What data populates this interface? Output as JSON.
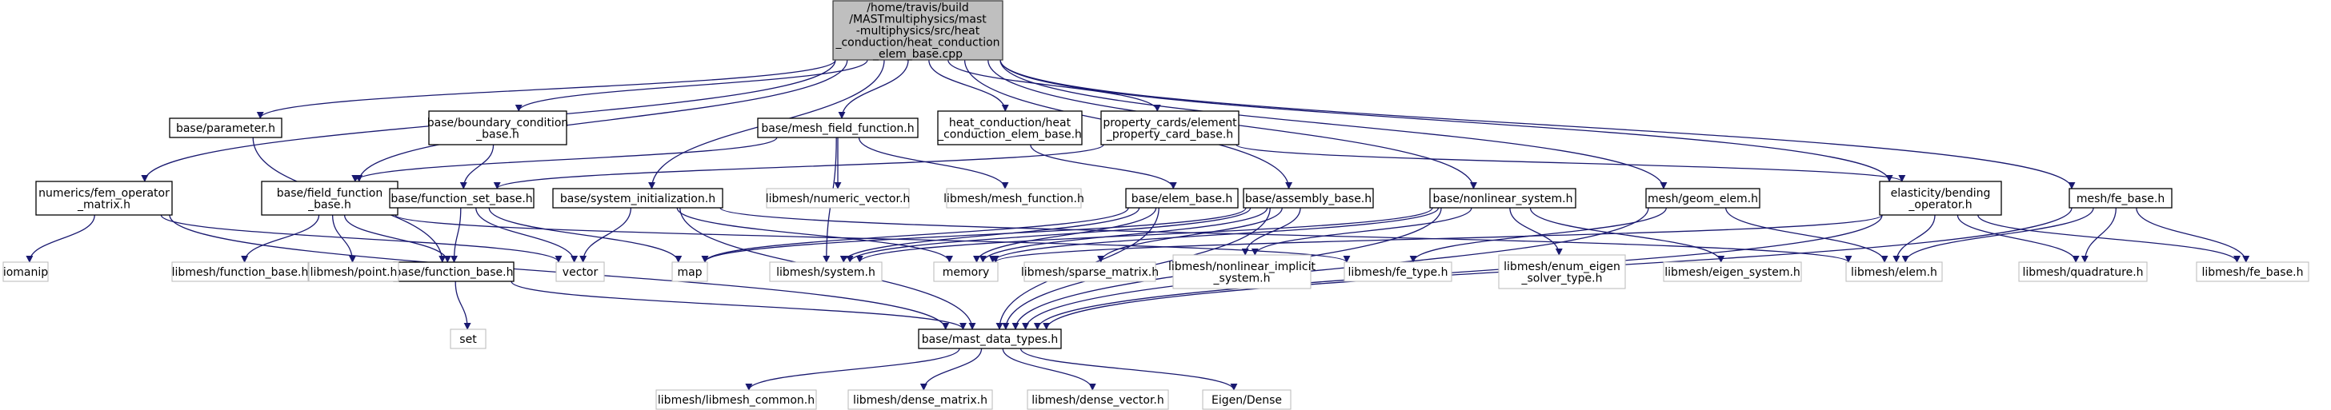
{
  "graph": {
    "edge_color": "#191970",
    "root_fill": "#bfbfbf",
    "nodes": [
      {
        "id": "root",
        "kind": "root",
        "lines": [
          "/home/travis/build",
          "/MASTmultiphysics/mast",
          "-multiphysics/src/heat",
          "_conduction/heat_conduction",
          "_elem_base.cpp"
        ]
      },
      {
        "id": "parameter",
        "kind": "local",
        "lines": [
          "base/parameter.h"
        ]
      },
      {
        "id": "boundary",
        "kind": "local",
        "lines": [
          "base/boundary_condition",
          "_base.h"
        ]
      },
      {
        "id": "meshff",
        "kind": "local",
        "lines": [
          "base/mesh_field_function.h"
        ]
      },
      {
        "id": "hcbase",
        "kind": "local",
        "lines": [
          "heat_conduction/heat",
          "_conduction_elem_base.h"
        ]
      },
      {
        "id": "propcard",
        "kind": "local",
        "lines": [
          "property_cards/element",
          "_property_card_base.h"
        ]
      },
      {
        "id": "femop",
        "kind": "local",
        "lines": [
          "numerics/fem_operator",
          "_matrix.h"
        ]
      },
      {
        "id": "fieldfn",
        "kind": "local",
        "lines": [
          "base/field_function",
          "_base.h"
        ]
      },
      {
        "id": "fnset",
        "kind": "local",
        "lines": [
          "base/function_set_base.h"
        ]
      },
      {
        "id": "sysinit",
        "kind": "local",
        "lines": [
          "base/system_initialization.h"
        ]
      },
      {
        "id": "elembase",
        "kind": "local",
        "lines": [
          "base/elem_base.h"
        ]
      },
      {
        "id": "assembly",
        "kind": "local",
        "lines": [
          "base/assembly_base.h"
        ]
      },
      {
        "id": "nonlin",
        "kind": "local",
        "lines": [
          "base/nonlinear_system.h"
        ]
      },
      {
        "id": "geomelem",
        "kind": "local",
        "lines": [
          "mesh/geom_elem.h"
        ]
      },
      {
        "id": "bending",
        "kind": "local",
        "lines": [
          "elasticity/bending",
          "_operator.h"
        ]
      },
      {
        "id": "febase",
        "kind": "local",
        "lines": [
          "mesh/fe_base.h"
        ]
      },
      {
        "id": "fnbase",
        "kind": "local",
        "lines": [
          "base/function_base.h"
        ]
      },
      {
        "id": "mastdt",
        "kind": "local",
        "lines": [
          "base/mast_data_types.h"
        ]
      },
      {
        "id": "numvec",
        "kind": "ext",
        "lines": [
          "libmesh/numeric_vector.h"
        ]
      },
      {
        "id": "meshfn",
        "kind": "ext",
        "lines": [
          "libmesh/mesh_function.h"
        ]
      },
      {
        "id": "iomanip",
        "kind": "ext",
        "lines": [
          "iomanip"
        ]
      },
      {
        "id": "lfnbase",
        "kind": "ext",
        "lines": [
          "libmesh/function_base.h"
        ]
      },
      {
        "id": "lpoint",
        "kind": "ext",
        "lines": [
          "libmesh/point.h"
        ]
      },
      {
        "id": "vector",
        "kind": "ext",
        "lines": [
          "vector"
        ]
      },
      {
        "id": "map",
        "kind": "ext",
        "lines": [
          "map"
        ]
      },
      {
        "id": "lsystem",
        "kind": "ext",
        "lines": [
          "libmesh/system.h"
        ]
      },
      {
        "id": "memory",
        "kind": "ext",
        "lines": [
          "memory"
        ]
      },
      {
        "id": "lsparse",
        "kind": "ext",
        "lines": [
          "libmesh/sparse_matrix.h"
        ]
      },
      {
        "id": "lnonimp",
        "kind": "ext",
        "lines": [
          "libmesh/nonlinear_implicit",
          "_system.h"
        ]
      },
      {
        "id": "lfetype",
        "kind": "ext",
        "lines": [
          "libmesh/fe_type.h"
        ]
      },
      {
        "id": "lenumeig",
        "kind": "ext",
        "lines": [
          "libmesh/enum_eigen",
          "_solver_type.h"
        ]
      },
      {
        "id": "leigsys",
        "kind": "ext",
        "lines": [
          "libmesh/eigen_system.h"
        ]
      },
      {
        "id": "lelem",
        "kind": "ext",
        "lines": [
          "libmesh/elem.h"
        ]
      },
      {
        "id": "lquad",
        "kind": "ext",
        "lines": [
          "libmesh/quadrature.h"
        ]
      },
      {
        "id": "lfebase",
        "kind": "ext",
        "lines": [
          "libmesh/fe_base.h"
        ]
      },
      {
        "id": "set",
        "kind": "ext",
        "lines": [
          "set"
        ]
      },
      {
        "id": "lcommon",
        "kind": "ext",
        "lines": [
          "libmesh/libmesh_common.h"
        ]
      },
      {
        "id": "ldmat",
        "kind": "ext",
        "lines": [
          "libmesh/dense_matrix.h"
        ]
      },
      {
        "id": "ldvec",
        "kind": "ext",
        "lines": [
          "libmesh/dense_vector.h"
        ]
      },
      {
        "id": "eigen",
        "kind": "ext",
        "lines": [
          "Eigen/Dense"
        ]
      }
    ],
    "edges": [
      [
        "root",
        "parameter"
      ],
      [
        "root",
        "boundary"
      ],
      [
        "root",
        "meshff"
      ],
      [
        "root",
        "hcbase"
      ],
      [
        "root",
        "propcard"
      ],
      [
        "root",
        "femop"
      ],
      [
        "root",
        "fieldfn"
      ],
      [
        "root",
        "sysinit"
      ],
      [
        "root",
        "assembly"
      ],
      [
        "root",
        "nonlin"
      ],
      [
        "root",
        "geomelem"
      ],
      [
        "root",
        "febase"
      ],
      [
        "root",
        "bending"
      ],
      [
        "parameter",
        "fnbase"
      ],
      [
        "boundary",
        "fnset"
      ],
      [
        "meshff",
        "fieldfn"
      ],
      [
        "meshff",
        "numvec"
      ],
      [
        "meshff",
        "meshfn"
      ],
      [
        "meshff",
        "lsystem"
      ],
      [
        "hcbase",
        "elembase"
      ],
      [
        "propcard",
        "fnset"
      ],
      [
        "propcard",
        "bending"
      ],
      [
        "femop",
        "iomanip"
      ],
      [
        "femop",
        "vector"
      ],
      [
        "femop",
        "mastdt"
      ],
      [
        "fieldfn",
        "lfnbase"
      ],
      [
        "fieldfn",
        "lpoint"
      ],
      [
        "fieldfn",
        "fnbase"
      ],
      [
        "fieldfn",
        "lfetype"
      ],
      [
        "fnset",
        "fnbase"
      ],
      [
        "fnset",
        "vector"
      ],
      [
        "fnset",
        "map"
      ],
      [
        "sysinit",
        "vector"
      ],
      [
        "sysinit",
        "mastdt"
      ],
      [
        "sysinit",
        "memory"
      ],
      [
        "sysinit",
        "lelem"
      ],
      [
        "elembase",
        "map"
      ],
      [
        "elembase",
        "lsystem"
      ],
      [
        "elembase",
        "memory"
      ],
      [
        "elembase",
        "mastdt"
      ],
      [
        "assembly",
        "map"
      ],
      [
        "assembly",
        "lsystem"
      ],
      [
        "assembly",
        "memory"
      ],
      [
        "assembly",
        "lsparse"
      ],
      [
        "assembly",
        "lnonimp"
      ],
      [
        "assembly",
        "mastdt"
      ],
      [
        "nonlin",
        "lsystem"
      ],
      [
        "nonlin",
        "lnonimp"
      ],
      [
        "nonlin",
        "lenumeig"
      ],
      [
        "nonlin",
        "leigsys"
      ],
      [
        "nonlin",
        "mastdt"
      ],
      [
        "nonlin",
        "memory"
      ],
      [
        "geomelem",
        "lfetype"
      ],
      [
        "geomelem",
        "lelem"
      ],
      [
        "geomelem",
        "mastdt"
      ],
      [
        "bending",
        "memory"
      ],
      [
        "bending",
        "lelem"
      ],
      [
        "bending",
        "lquad"
      ],
      [
        "bending",
        "lfebase"
      ],
      [
        "bending",
        "mastdt"
      ],
      [
        "febase",
        "lelem"
      ],
      [
        "febase",
        "lquad"
      ],
      [
        "febase",
        "lfebase"
      ],
      [
        "febase",
        "mastdt"
      ],
      [
        "fnbase",
        "set"
      ],
      [
        "fnbase",
        "mastdt"
      ],
      [
        "mastdt",
        "lcommon"
      ],
      [
        "mastdt",
        "ldmat"
      ],
      [
        "mastdt",
        "ldvec"
      ],
      [
        "mastdt",
        "eigen"
      ]
    ]
  }
}
